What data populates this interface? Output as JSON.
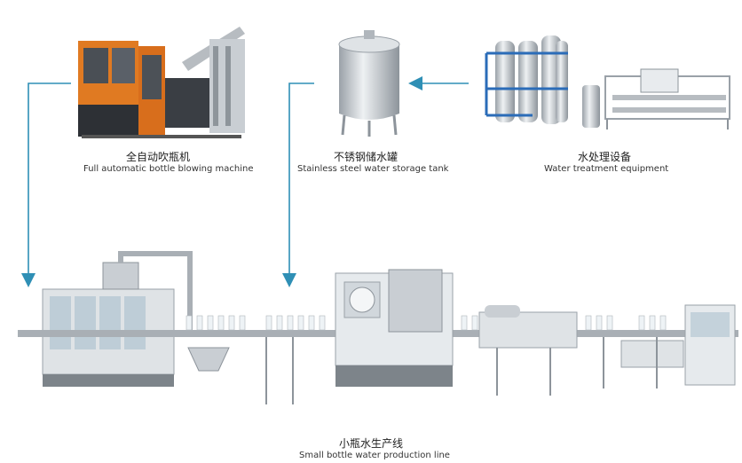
{
  "machines": {
    "blowing": {
      "cn": "全自动吹瓶机",
      "en": "Full automatic bottle blowing machine"
    },
    "tank": {
      "cn": "不锈钢储水罐",
      "en": "Stainless steel water storage tank"
    },
    "treatment": {
      "cn": "水处理设备",
      "en": "Water treatment equipment"
    },
    "line": {
      "cn": "小瓶水生产线",
      "en": "Small bottle water production line"
    }
  },
  "colors": {
    "arrow": "#2f8fb5",
    "machine_orange": "#e07a22",
    "steel": "#c9ced3",
    "pipe_blue": "#2b6cb8"
  }
}
